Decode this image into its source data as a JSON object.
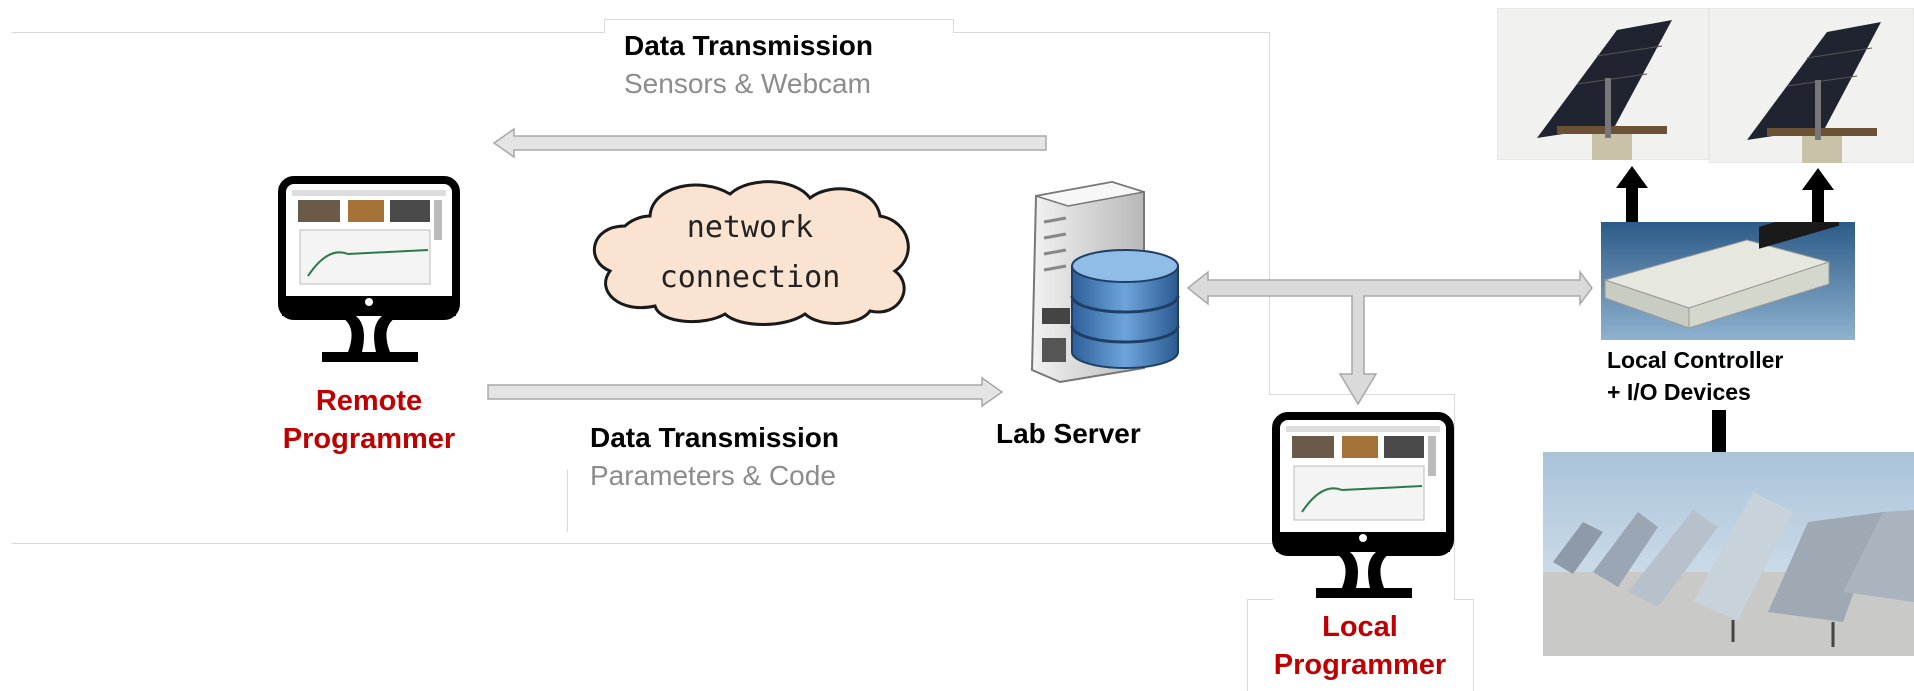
{
  "top_transmission": {
    "title": "Data Transmission",
    "subtitle": "Sensors & Webcam"
  },
  "bottom_transmission": {
    "title": "Data Transmission",
    "subtitle": "Parameters & Code"
  },
  "cloud": {
    "line1": "network",
    "line2": "connection"
  },
  "remote_programmer": {
    "line1": "Remote",
    "line2": "Programmer"
  },
  "lab_server": {
    "label": "Lab Server"
  },
  "local_programmer": {
    "line1": "Local",
    "line2": "Programmer"
  },
  "local_controller": {
    "line1": "Local Controller",
    "line2": "+ I/O Devices"
  },
  "colors": {
    "accent_red": "#c00000",
    "arrow_gray": "#d0d0d0",
    "panel_line": "#d9d9d9"
  },
  "icons": [
    "monitor-icon",
    "server-icon",
    "database-icon",
    "cloud-icon",
    "controller-device",
    "solar-panel-photo"
  ]
}
